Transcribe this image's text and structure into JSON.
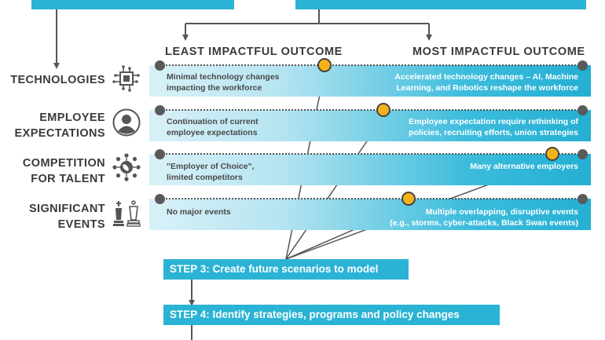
{
  "headers": {
    "least": "LEAST IMPACTFUL OUTCOME",
    "most": "MOST IMPACTFUL OUTCOME"
  },
  "rows": [
    {
      "label_line1": "TECHNOLOGIES",
      "label_line2": "",
      "icon": "chip-icon",
      "least": [
        "Minimal technology changes",
        "impacting the workforce"
      ],
      "most": [
        "Accelerated technology changes – AI, Machine",
        "Learning, and Robotics reshape the workforce"
      ],
      "selected_position": 0.39
    },
    {
      "label_line1": "EMPLOYEE",
      "label_line2": "EXPECTATIONS",
      "icon": "person-icon",
      "least": [
        "Continuation of current",
        "employee expectations"
      ],
      "most": [
        "Employee expectation require rethinking of",
        "policies, recruiting efforts, union strategies"
      ],
      "selected_position": 0.53
    },
    {
      "label_line1": "COMPETITION",
      "label_line2": "FOR TALENT",
      "icon": "globe-network-icon",
      "least": [
        "\"Employer of Choice\",",
        "limited competitors"
      ],
      "most": [
        "Many alternative employers",
        ""
      ],
      "selected_position": 0.93
    },
    {
      "label_line1": "SIGNIFICANT",
      "label_line2": "EVENTS",
      "icon": "chess-pieces-icon",
      "least": [
        "No major events",
        ""
      ],
      "most": [
        "Multiple overlapping, disruptive events",
        "(e.g., storms, cyber-attacks, Black Swan events)"
      ],
      "selected_position": 0.59
    }
  ],
  "steps": {
    "step3": "STEP 3: Create future scenarios to model",
    "step4": "STEP 4: Identify strategies, programs and policy changes"
  },
  "colors": {
    "accent": "#2ab3d4",
    "marker": "#f4b21a",
    "text": "#3a3a3a"
  }
}
